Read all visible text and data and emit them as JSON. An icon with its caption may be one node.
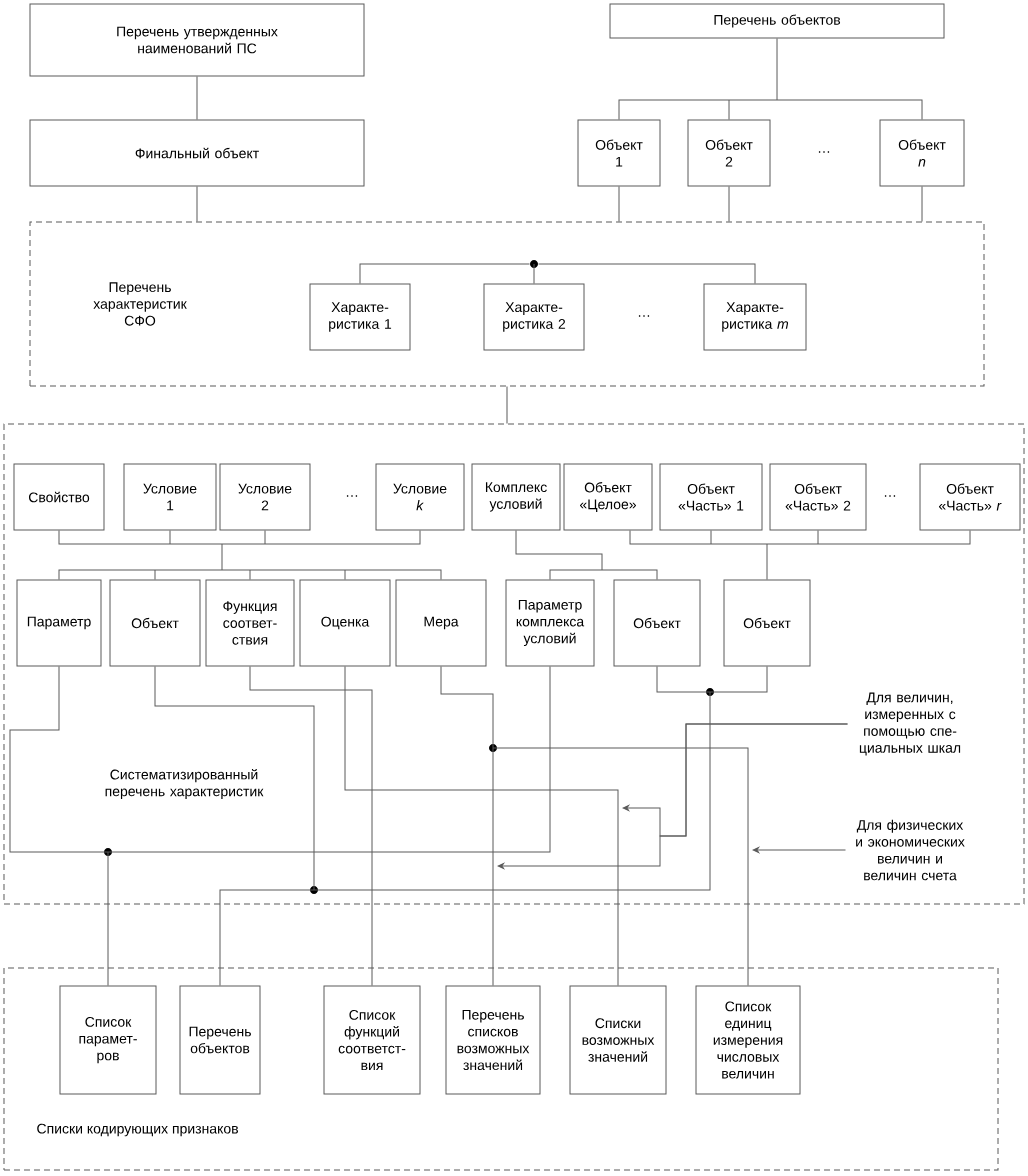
{
  "diagram": {
    "nodes": [
      {
        "text": [
          "Перечень утвержденных наименований ПС"
        ]
      },
      {
        "text": [
          "Перечень объектов"
        ]
      },
      {
        "text": [
          "Финальный объект"
        ]
      },
      {
        "text": [
          "Объект 1"
        ]
      },
      {
        "text": [
          "Объект 2"
        ]
      },
      {
        "text": [
          "Объект *n*"
        ]
      },
      {
        "text": [
          "Перечень характеристик СФО"
        ]
      },
      {
        "text": [
          "Характе-ристика 1"
        ],
        "in": 6
      },
      {
        "text": [
          "Характе-ристика 2"
        ],
        "in": 6
      },
      {
        "text": [
          "Характе-ристика *m*"
        ],
        "in": 6
      },
      {
        "text": [],
        "shape": "circle",
        "in": 6
      },
      {
        "text": [
          "Систематизированный перечень характеристик"
        ]
      },
      {
        "text": [
          "Свойство"
        ],
        "in": 11
      },
      {
        "text": [
          "Условие 1"
        ],
        "in": 11
      },
      {
        "text": [
          "Условие 2"
        ],
        "in": 11
      },
      {
        "text": [
          "Условие *k*"
        ],
        "in": 11
      },
      {
        "text": [
          "Комплекс условий"
        ],
        "in": 11
      },
      {
        "text": [
          "Объект «Целое»"
        ],
        "in": 11
      },
      {
        "text": [
          "Объект «Часть» 1"
        ],
        "in": 11
      },
      {
        "text": [
          "Объект «Часть» 2"
        ],
        "in": 11
      },
      {
        "text": [
          "Объект «Часть» *r*"
        ],
        "in": 11
      },
      {
        "text": [
          "Параметр"
        ],
        "in": 11
      },
      {
        "text": [
          "Объект"
        ],
        "in": 11
      },
      {
        "text": [
          "Функция соответ-ствия"
        ],
        "in": 11
      },
      {
        "text": [
          "Оценка"
        ],
        "in": 11
      },
      {
        "text": [
          "Мера"
        ],
        "in": 11
      },
      {
        "text": [
          "Параметр комплекса условий"
        ],
        "in": 11
      },
      {
        "text": [
          "Объект"
        ],
        "in": 11
      },
      {
        "text": [
          "Объект"
        ],
        "in": 11
      },
      {
        "text": [
          "Для величин, измеренных с помощью спе-циальных шкал"
        ],
        "in": 11
      },
      {
        "text": [
          "Для физических и экономических величин и величин счета"
        ],
        "in": 11
      },
      {
        "text": [
          "Списки кодирующих признаков"
        ]
      },
      {
        "text": [
          "Список парамет-ров"
        ],
        "in": 31
      },
      {
        "text": [
          "Перечень объектов"
        ],
        "in": 31
      },
      {
        "text": [
          "Список функций соответст-вия"
        ],
        "in": 31
      },
      {
        "text": [
          "Перечень списков возможных значений"
        ],
        "in": 31
      },
      {
        "text": [
          "Списки возможных значений"
        ],
        "in": 31
      },
      {
        "text": [
          "Список единиц измерения числовых величин"
        ],
        "in": 31
      }
    ],
    "edges": [
      {
        "from": 0,
        "to": 2,
        "arrow": "none"
      },
      {
        "from": 2,
        "to": 6,
        "arrow": "none"
      },
      {
        "from": 1,
        "to": 3,
        "arrow": "none"
      },
      {
        "from": 1,
        "to": 4,
        "arrow": "none"
      },
      {
        "from": 1,
        "to": 5,
        "arrow": "none"
      },
      {
        "from": 3,
        "to": 6,
        "arrow": "none"
      },
      {
        "from": 4,
        "to": 6,
        "arrow": "none"
      },
      {
        "from": 5,
        "to": 6,
        "arrow": "none"
      },
      {
        "from": 10,
        "to": 7,
        "arrow": "none"
      },
      {
        "from": 10,
        "to": 8,
        "arrow": "none"
      },
      {
        "from": 10,
        "to": 9,
        "arrow": "none"
      },
      {
        "from": 6,
        "to": 11,
        "arrow": "none"
      },
      {
        "from": 12,
        "to": 21,
        "arrow": "none"
      },
      {
        "from": 12,
        "to": 22,
        "arrow": "none"
      },
      {
        "from": 12,
        "to": 23,
        "arrow": "none"
      },
      {
        "from": 12,
        "to": 24,
        "arrow": "none"
      },
      {
        "from": 12,
        "to": 25,
        "arrow": "none"
      },
      {
        "from": 13,
        "to": 21,
        "arrow": "none"
      },
      {
        "from": 13,
        "to": 22,
        "arrow": "none"
      },
      {
        "from": 13,
        "to": 23,
        "arrow": "none"
      },
      {
        "from": 13,
        "to": 24,
        "arrow": "none"
      },
      {
        "from": 13,
        "to": 25,
        "arrow": "none"
      },
      {
        "from": 14,
        "to": 21,
        "arrow": "none"
      },
      {
        "from": 14,
        "to": 22,
        "arrow": "none"
      },
      {
        "from": 14,
        "to": 23,
        "arrow": "none"
      },
      {
        "from": 14,
        "to": 24,
        "arrow": "none"
      },
      {
        "from": 14,
        "to": 25,
        "arrow": "none"
      },
      {
        "from": 15,
        "to": 21,
        "arrow": "none"
      },
      {
        "from": 15,
        "to": 22,
        "arrow": "none"
      },
      {
        "from": 15,
        "to": 23,
        "arrow": "none"
      },
      {
        "from": 15,
        "to": 24,
        "arrow": "none"
      },
      {
        "from": 15,
        "to": 25,
        "arrow": "none"
      },
      {
        "from": 16,
        "to": 26,
        "arrow": "none"
      },
      {
        "from": 16,
        "to": 27,
        "arrow": "none"
      },
      {
        "from": 17,
        "to": 28,
        "arrow": "none"
      },
      {
        "from": 18,
        "to": 28,
        "arrow": "none"
      },
      {
        "from": 19,
        "to": 28,
        "arrow": "none"
      },
      {
        "from": 20,
        "to": 28,
        "arrow": "none"
      },
      {
        "from": 21,
        "to": 32,
        "arrow": "none"
      },
      {
        "from": 26,
        "to": 32,
        "arrow": "none"
      },
      {
        "from": 22,
        "to": 33,
        "arrow": "none"
      },
      {
        "from": 27,
        "to": 33,
        "arrow": "none"
      },
      {
        "from": 28,
        "to": 33,
        "arrow": "none"
      },
      {
        "from": 23,
        "to": 34,
        "arrow": "none"
      },
      {
        "from": 24,
        "to": 36,
        "arrow": "none"
      },
      {
        "from": 25,
        "to": 35,
        "arrow": "none"
      },
      {
        "from": 25,
        "to": 37,
        "arrow": "none"
      },
      {
        "from": 29,
        "to": null,
        "arrow": "to"
      },
      {
        "from": 29,
        "to": null,
        "arrow": "to"
      },
      {
        "from": 30,
        "to": null,
        "arrow": "to"
      }
    ],
    "labels": [
      "…",
      "…",
      "…",
      "…"
    ]
  }
}
